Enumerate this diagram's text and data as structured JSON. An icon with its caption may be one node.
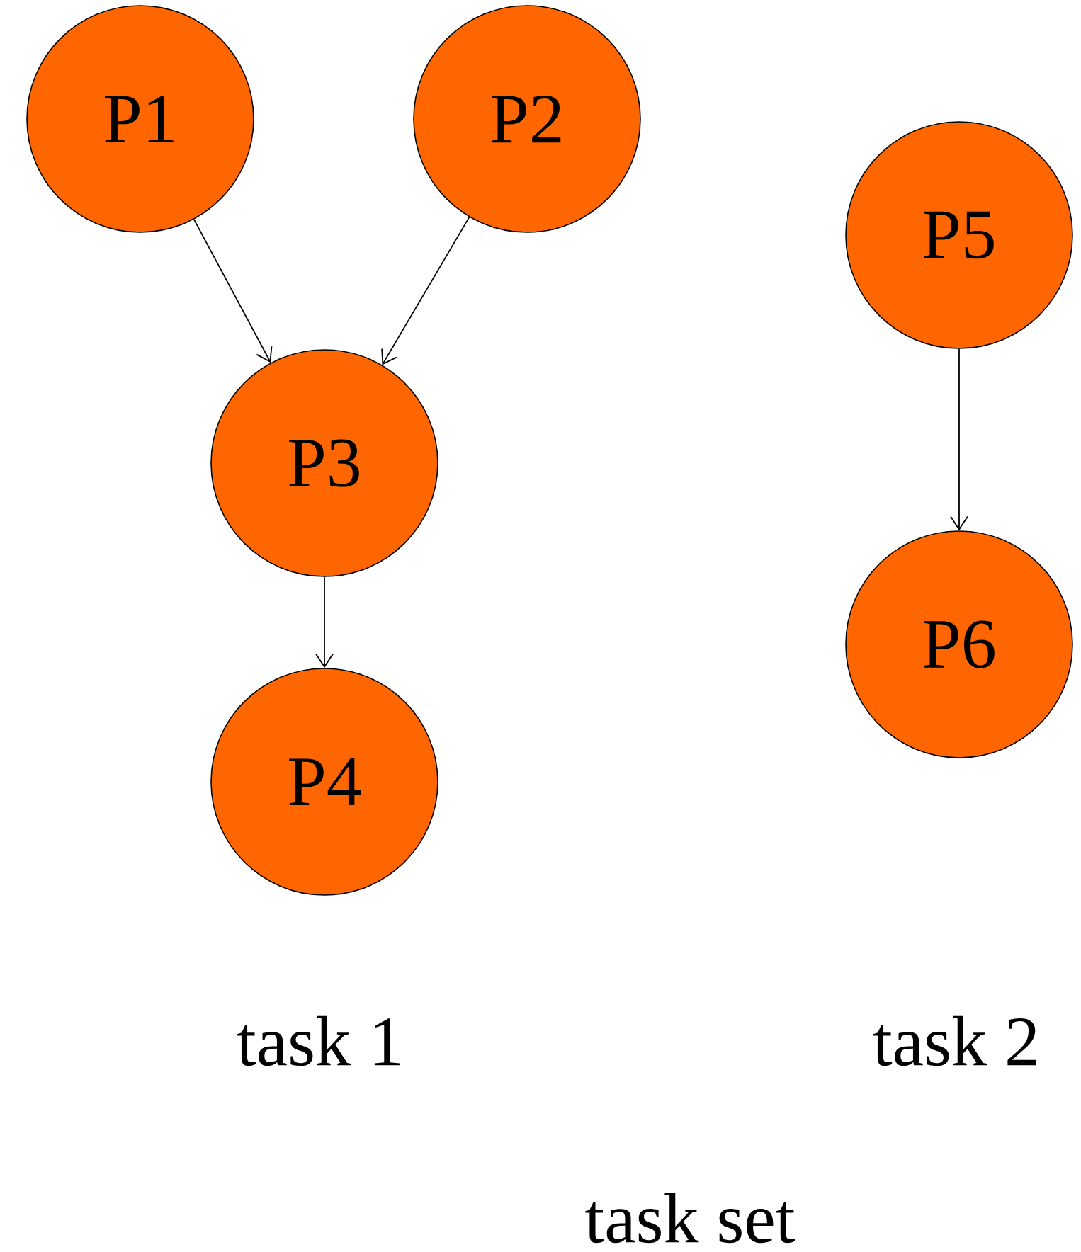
{
  "diagram": {
    "nodes": [
      {
        "text": [
          "P1"
        ]
      },
      {
        "text": [
          "P2"
        ]
      },
      {
        "text": [
          "P3"
        ]
      },
      {
        "text": [
          "P4"
        ]
      },
      {
        "text": [
          "P5"
        ]
      },
      {
        "text": [
          "P6"
        ]
      }
    ],
    "edges": [
      {
        "from": 0,
        "to": 2,
        "arrow": "to"
      },
      {
        "from": 1,
        "to": 2,
        "arrow": "to"
      },
      {
        "from": 2,
        "to": 3,
        "arrow": "to"
      },
      {
        "from": 4,
        "to": 5,
        "arrow": "to"
      }
    ],
    "labels": [
      "task 1",
      "task 2",
      "task set"
    ]
  }
}
